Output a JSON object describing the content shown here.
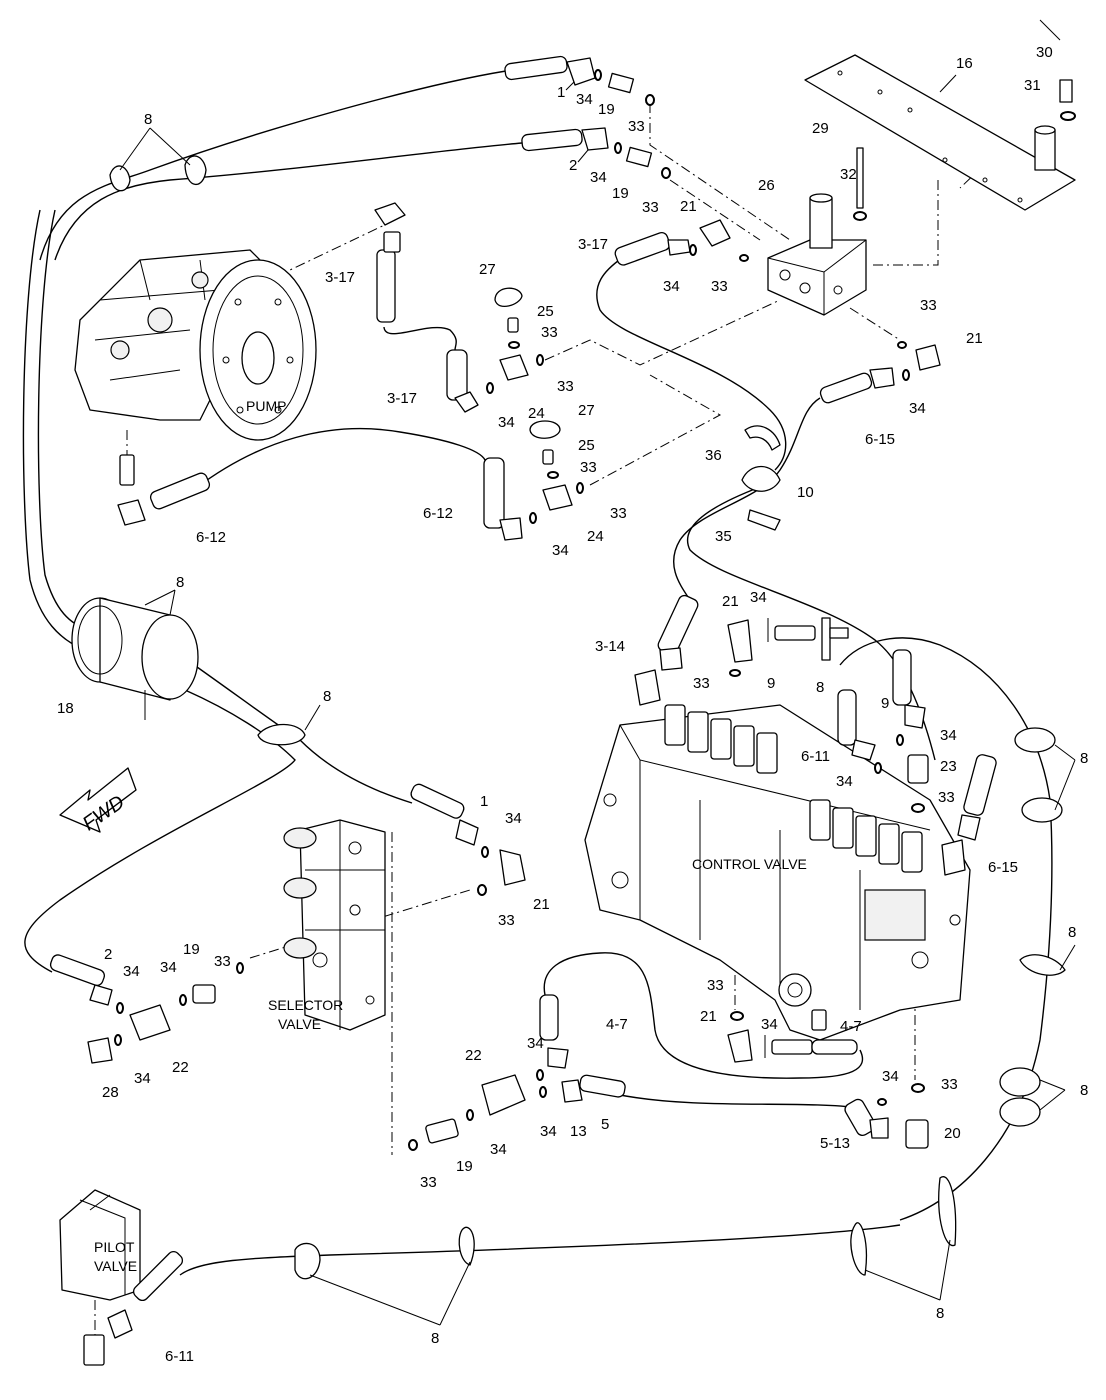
{
  "component_captions": {
    "pump": "PUMP",
    "control_valve": "CONTROL  VALVE",
    "selector_valve": [
      "SELECTOR",
      "VALVE"
    ],
    "pilot_valve": [
      "PILOT",
      "VALVE"
    ],
    "direction": "FWD"
  },
  "callouts": {
    "c1": "1",
    "c2": "2",
    "c34a": "34",
    "c34b": "34",
    "c19a": "19",
    "c19b": "19",
    "c33a": "33",
    "c33b": "33",
    "c30": "30",
    "c31": "31",
    "c16": "16",
    "c29": "29",
    "c32": "32",
    "c26": "26",
    "c8_top": "8",
    "c3_17a": "3-17",
    "c3_17b": "3-17",
    "c3_17c": "3-17",
    "c21a": "21",
    "c34c": "34",
    "c33c": "33",
    "c27a": "27",
    "c25a": "25",
    "c33d": "33",
    "c33e": "33",
    "c24a": "24",
    "c34d": "34",
    "c27b": "27",
    "c25b": "25",
    "c33f": "33",
    "c33g": "33",
    "c24b": "24",
    "c34e": "34",
    "c6_12a": "6-12",
    "c6_12b": "6-12",
    "c33h": "33",
    "c21b": "21",
    "c34f": "34",
    "c6_15a": "6-15",
    "c36": "36",
    "c10": "10",
    "c35": "35",
    "c8_left": "8",
    "c18": "18",
    "c8_mid": "8",
    "c3_14": "3-14",
    "c21c": "21",
    "c34g": "34",
    "c33i": "33",
    "c9a": "9",
    "c8_cv": "8",
    "c9b": "9",
    "c34h": "34",
    "c6_11a": "6-11",
    "c34i": "34",
    "c23": "23",
    "c33j": "33",
    "c6_15b": "6-15",
    "c8_right1": "8",
    "c1b": "1",
    "c34j": "34",
    "c21d": "21",
    "c33k": "33",
    "c2b": "2",
    "c34k": "34",
    "c34l": "34",
    "c19c": "19",
    "c33l": "33",
    "c28": "28",
    "c34m": "34",
    "c22a": "22",
    "c8_right2": "8",
    "c33m": "33",
    "c21e": "21",
    "c34n": "34",
    "c4_7a": "4-7",
    "c4_7b": "4-7",
    "c22b": "22",
    "c34o": "34",
    "c34p": "34",
    "c13": "13",
    "c5": "5",
    "c34q": "34",
    "c33n": "33",
    "c8_right3": "8",
    "c5_13": "5-13",
    "c20": "20",
    "c33o": "33",
    "c19d": "19",
    "c34r": "34",
    "c8_bottom_r": "8",
    "c8_bottom_l": "8",
    "c6_11b": "6-11"
  }
}
